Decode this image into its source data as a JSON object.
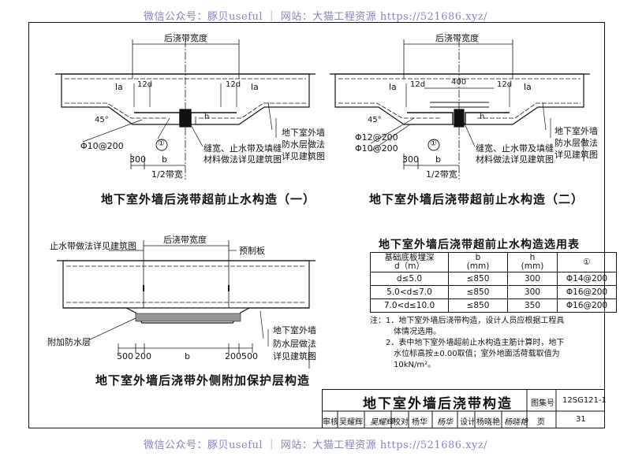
{
  "watermark": "微信公众号：豚贝useful ｜ 网站：大猫工程资源 https://521686.xyz/",
  "diagram1": {
    "caption": "地下室外墙后浇带超前止水构造（一）",
    "dim_width": "后浇带宽度",
    "la1": "la",
    "la2": "la",
    "d12a": "12d",
    "d12b": "12d",
    "h": "h",
    "angle": "45°",
    "rebar": "Φ10@200",
    "circle": "①",
    "d300": "300",
    "b": "b",
    "half": "1/2带宽",
    "note1": "缝宽、止水带及填缝",
    "note2": "材料做法详见建筑图",
    "wall1": "地下室外墙",
    "wall2": "防水层做法",
    "wall3": "详见建筑图"
  },
  "diagram2": {
    "caption": "地下室外墙后浇带超前止水构造（二）",
    "dim_width": "后浇带宽度",
    "la1": "la",
    "la2": "la",
    "d12a": "12d",
    "d12b": "12d",
    "d400": "400",
    "h": "h",
    "angle": "45°",
    "rebar1": "Φ12@200",
    "rebar2": "Φ10@200",
    "circle": "①",
    "d300": "300",
    "b": "b",
    "half": "1/2带宽",
    "note1": "缝宽、止水带及填缝",
    "note2": "材料做法详见建筑图",
    "wall1": "地下室外墙",
    "wall2": "防水层做法",
    "wall3": "详见建筑图"
  },
  "diagram3": {
    "caption": "地下室外墙后浇带外侧附加保护层构造",
    "dim_width": "后浇带宽度",
    "waterstop": "止水带做法详见建筑图",
    "precast": "预制板",
    "layer": "附加防水层",
    "d500a": "500",
    "d200a": "200",
    "b": "b",
    "d200b": "200",
    "d500b": "500",
    "wall1": "地下室外墙",
    "wall2": "防水层做法",
    "wall3": "详见建筑图"
  },
  "table": {
    "title": "地下室外墙后浇带超前止水构造选用表",
    "headers": [
      {
        "line1": "基础底板埋深",
        "line2": "d（m）"
      },
      {
        "line1": "b",
        "line2": "(mm)"
      },
      {
        "line1": "h",
        "line2": "(mm)"
      },
      {
        "line1": "①",
        "line2": ""
      }
    ],
    "rows": [
      [
        "d≤5.0",
        "≤850",
        "300",
        "Φ14@200"
      ],
      [
        "5.0<d≤7.0",
        "≤850",
        "300",
        "Φ16@200"
      ],
      [
        "7.0<d≤10.0",
        "≤850",
        "350",
        "Φ16@200"
      ]
    ]
  },
  "notes": {
    "lines": [
      "注：1．地下室外墙后浇带构造，设计人员应根据工程具",
      "　　　体情况选用。",
      "　　2．表中地下室外墙超前止水构造主筋计算时，地下",
      "　　　水位标高按±0.00取值；室外地面活荷载取值为",
      "　　　10kN/m²。"
    ]
  },
  "titleblock": {
    "title": "地下室外墙后浇带构造",
    "atlas_label": "图集号",
    "atlas_no": "12SG121-1",
    "review_label": "审核",
    "reviewer": "吴耀辉",
    "check_label": "校对",
    "checker": "杨华",
    "design_label": "设计",
    "designer": "杨晓艳",
    "page_label": "页",
    "page_no": "31"
  },
  "colors": {
    "watermark": "#7f86c8",
    "line": "#111111"
  }
}
